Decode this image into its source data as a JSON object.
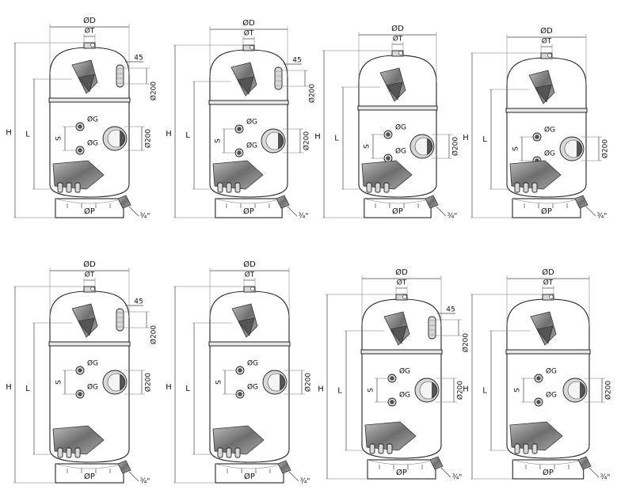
{
  "labels": {
    "diameter": "ØD",
    "top": "ØT",
    "height": "H",
    "length": "L",
    "spacing": "S",
    "port": "ØG",
    "base": "ØP",
    "manhole": "Ø200",
    "offset": "45",
    "drain": "¾\""
  },
  "filters": [
    {
      "id": 1,
      "show_offset": true
    },
    {
      "id": 2,
      "show_offset": true
    },
    {
      "id": 3,
      "show_offset": false
    },
    {
      "id": 4,
      "show_offset": false
    },
    {
      "id": 5,
      "show_offset": true
    },
    {
      "id": 6,
      "show_offset": false
    },
    {
      "id": 7,
      "show_offset": true
    },
    {
      "id": 8,
      "show_offset": false
    }
  ],
  "colors": {
    "line": "#222222",
    "shade": "#8a8a8a",
    "paper": "#ffffff"
  }
}
